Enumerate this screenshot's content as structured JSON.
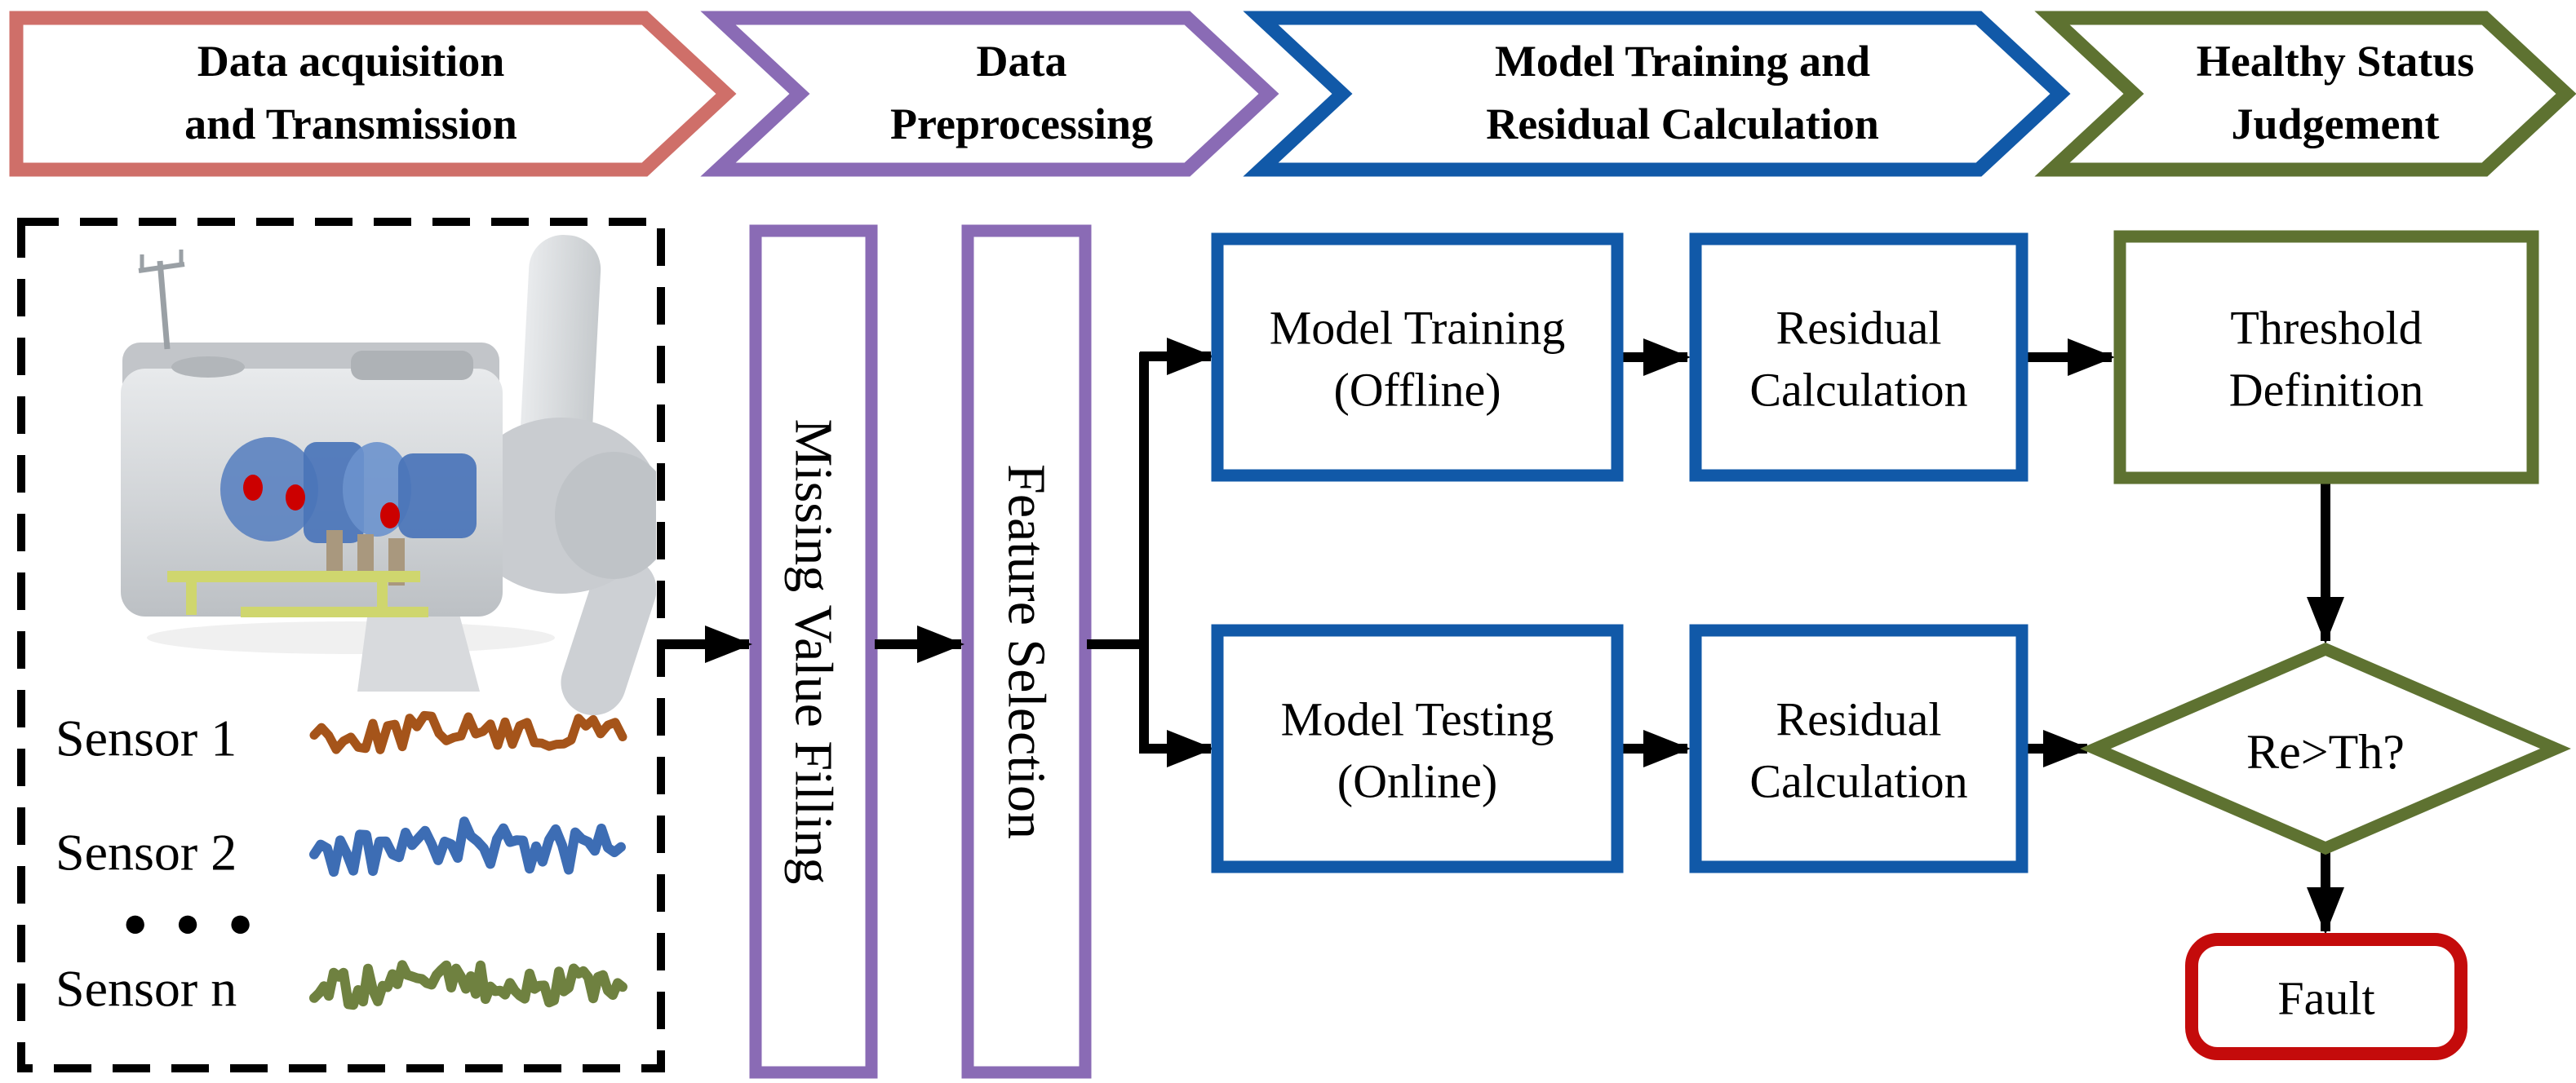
{
  "banners": [
    {
      "lines": [
        "Data acquisition",
        "and Transmission"
      ]
    },
    {
      "lines": [
        "Data",
        "Preprocessing"
      ]
    },
    {
      "lines": [
        "Model Training and",
        "Residual Calculation"
      ]
    },
    {
      "lines": [
        "Healthy Status",
        "Judgement"
      ]
    }
  ],
  "acquisition": {
    "sensors": [
      {
        "label": "Sensor 1",
        "color": "#A5541A"
      },
      {
        "label": "Sensor 2",
        "color": "#3D6DB4"
      },
      {
        "label": "Sensor n",
        "color": "#6F8140"
      }
    ],
    "ellipsis": "● ● ●"
  },
  "preprocessing": {
    "missing_value_label": "Missing Value Filling",
    "feature_selection_label": "Feature Selection"
  },
  "flow": {
    "model_training": {
      "lines": [
        "Model Training",
        "(Offline)"
      ]
    },
    "residual_calc_top": {
      "lines": [
        "Residual",
        "Calculation"
      ]
    },
    "threshold": {
      "lines": [
        "Threshold",
        "Definition"
      ]
    },
    "model_testing": {
      "lines": [
        "Model Testing",
        "(Online)"
      ]
    },
    "residual_calc_bottom": {
      "lines": [
        "Residual",
        "Calculation"
      ]
    },
    "decision": {
      "label": "Re>Th?"
    },
    "fault": {
      "label": "Fault"
    }
  },
  "colors": {
    "acquisition_red": "#CF6F69",
    "preprocessing_purple": "#8A6BB5",
    "training_blue": "#1159A8",
    "judgement_olive": "#5E7231",
    "fault_red": "#C40B0B",
    "line_black": "#000000",
    "sensor_dot_red": "#CC0000"
  }
}
